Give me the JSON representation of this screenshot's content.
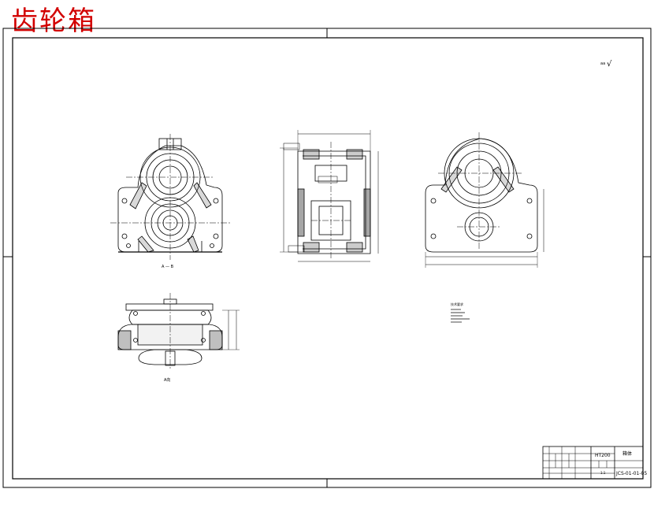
{
  "title": "齿轮箱",
  "colors": {
    "title": "#d20000",
    "line": "#000000",
    "paper": "#ffffff"
  },
  "views": {
    "front_label": "A — B",
    "bottom_label": "A向"
  },
  "notes": {
    "heading": "技术要求"
  },
  "surface_symbol": "√",
  "title_block": {
    "material": "HT200",
    "part_name": "箱体",
    "scale": "1:1",
    "drawing_no": "JCS-01-01-05"
  }
}
